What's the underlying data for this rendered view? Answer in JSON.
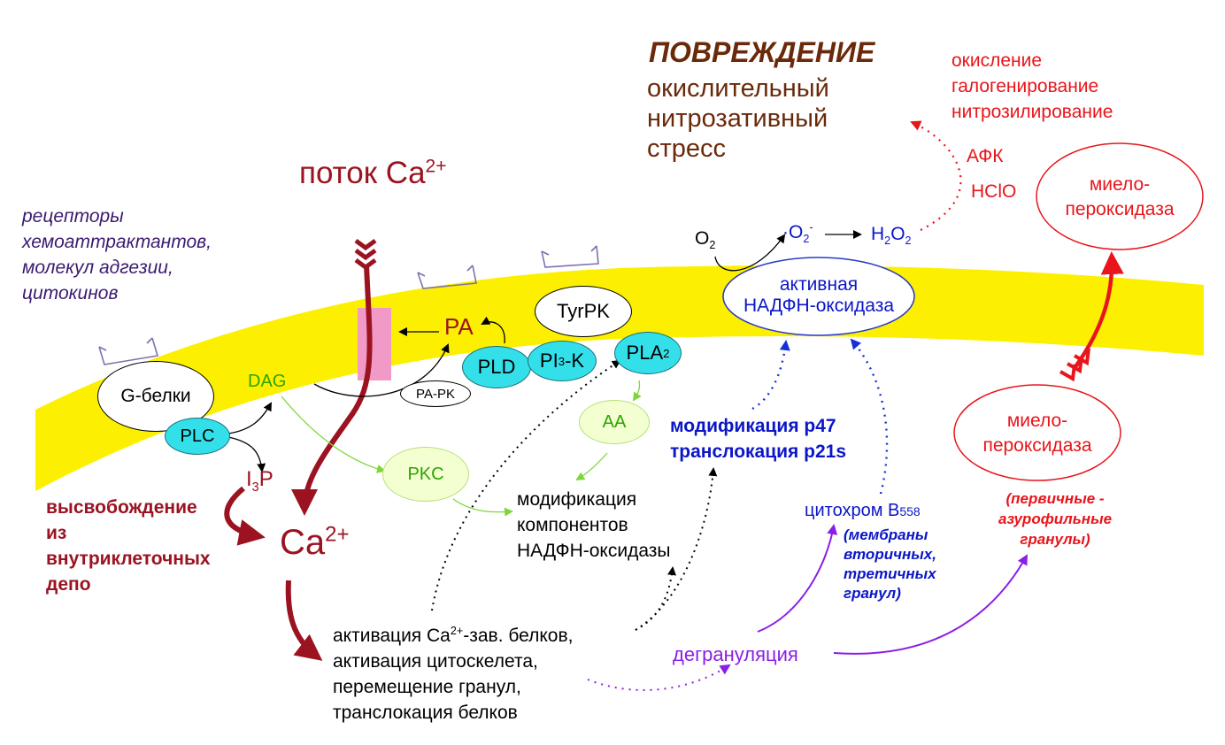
{
  "damage": {
    "title": "ПОВРЕЖДЕНИЕ",
    "line1": "окислительный",
    "line2": "нитрозативный",
    "line3": "стресс"
  },
  "oxidation": {
    "line1": "окисление",
    "line2": "галогенирование",
    "line3": "нитрозилирование"
  },
  "afk": "АФК",
  "hclo": "HClO",
  "ca_flow": {
    "text": "поток Ca",
    "sup": "2+"
  },
  "receptors": {
    "line1": "рецепторы",
    "line2": "хемоаттрактантов,",
    "line3": "молекул адгезии,",
    "line4": "цитокинов"
  },
  "o2": {
    "base": "O",
    "sub": "2"
  },
  "superoxide": {
    "pre": "·",
    "base": "O",
    "sub": "2",
    "sup": "-"
  },
  "h2o2": {
    "h": "H",
    "sub1": "2",
    "o": "O",
    "sub2": "2"
  },
  "nadph_active": {
    "line1": "активная",
    "line2": "НАДФН-оксидаза"
  },
  "mpo_top": {
    "line1": "миело-",
    "line2": "пероксидаза"
  },
  "mpo_mid": {
    "line1": "миело-",
    "line2": "пероксидаза"
  },
  "primary_granules": {
    "line1": "(первичные -",
    "line2": "азурофильные",
    "line3": "гранулы)"
  },
  "tyrpk": "TyrPK",
  "pa": "PA",
  "pld": "PLD",
  "pi3k": {
    "base": "PI",
    "sub": "3",
    "rest": "-K"
  },
  "pla2": {
    "base": "PLA",
    "sub": "2"
  },
  "g_proteins": "G-белки",
  "dag": "DAG",
  "pa_pk": "PA-PK",
  "plc": "PLC",
  "aa": "AA",
  "pkc": "PKC",
  "i3p": {
    "base": "I",
    "sub": "3",
    "rest": "P"
  },
  "release": {
    "line1": "высвобождение",
    "line2": "из",
    "line3": "внутриклеточных",
    "line4": "депо"
  },
  "ca_big": {
    "base": "Ca",
    "sup": "2+"
  },
  "modification_p47": {
    "line1": "модификация p47",
    "line2": "транслокация p21s"
  },
  "modification_components": {
    "line1": "модификация",
    "line2": "компонентов",
    "line3": "НАДФН-оксидазы"
  },
  "cytochrome": {
    "text": "цитохром ",
    "b": "B",
    "sub": "558"
  },
  "membranes": {
    "line1": "(мембраны",
    "line2": "вторичных,",
    "line3": "третичных",
    "line4": "гранул)"
  },
  "activation": {
    "line1_pre": "активация Ca",
    "line1_sup": "2+",
    "line1_post": "-зав. белков,",
    "line2": "активация цитоскелета,",
    "line3": "перемещение гранул,",
    "line4": "транслокация белков"
  },
  "degranulation": "дегрануляция"
}
